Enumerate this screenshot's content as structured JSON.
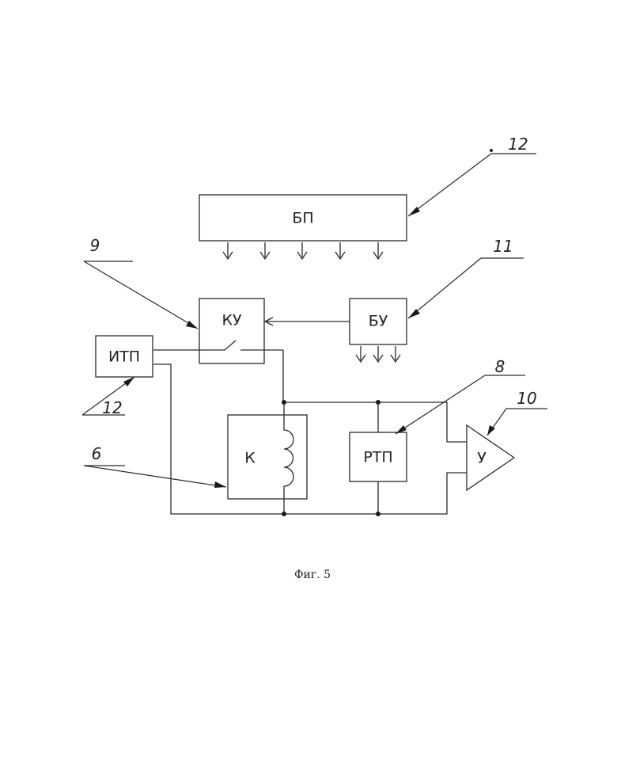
{
  "blocks": {
    "bp": "БП",
    "ku": "КУ",
    "bu": "БУ",
    "itp": "ИТП",
    "k": "К",
    "rtp": "РТП",
    "u": "У"
  },
  "references": {
    "ref_12_top": "12",
    "ref_9": "9",
    "ref_11": "11",
    "ref_8": "8",
    "ref_10": "10",
    "ref_12_left": "12",
    "ref_6": "6"
  },
  "caption": "Фиг. 5"
}
